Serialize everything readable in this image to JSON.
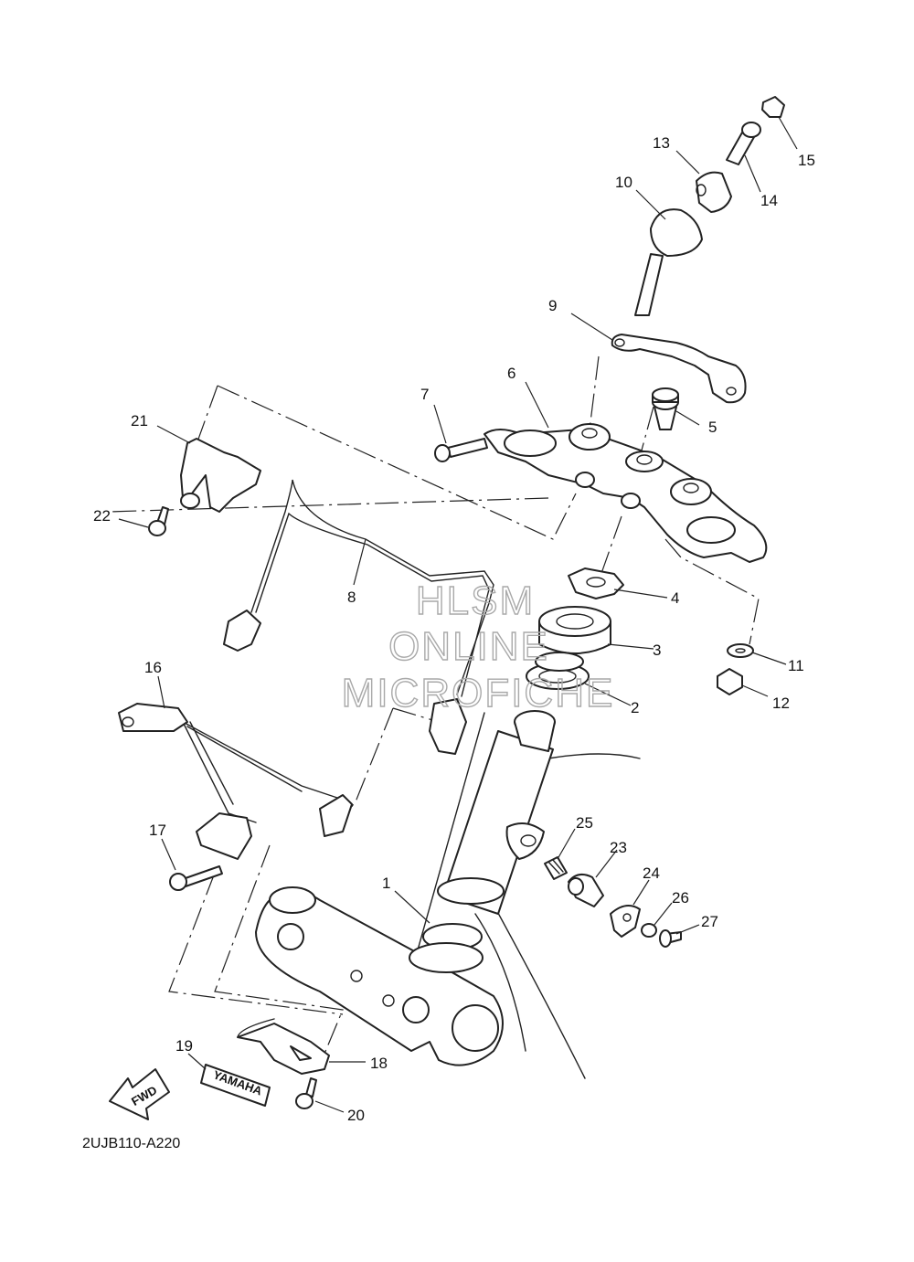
{
  "diagram": {
    "code": "2UJB110-A220",
    "fwd_label": "FWD",
    "brand_plate": "YAMAHA",
    "callouts": [
      "1",
      "2",
      "3",
      "4",
      "5",
      "6",
      "7",
      "8",
      "9",
      "10",
      "11",
      "12",
      "13",
      "14",
      "15",
      "16",
      "17",
      "18",
      "19",
      "20",
      "21",
      "22",
      "23",
      "24",
      "25",
      "26",
      "27"
    ]
  },
  "watermark": {
    "line1": "HLSM",
    "line2": "ONLINE",
    "line3": "MICROFICHE"
  }
}
